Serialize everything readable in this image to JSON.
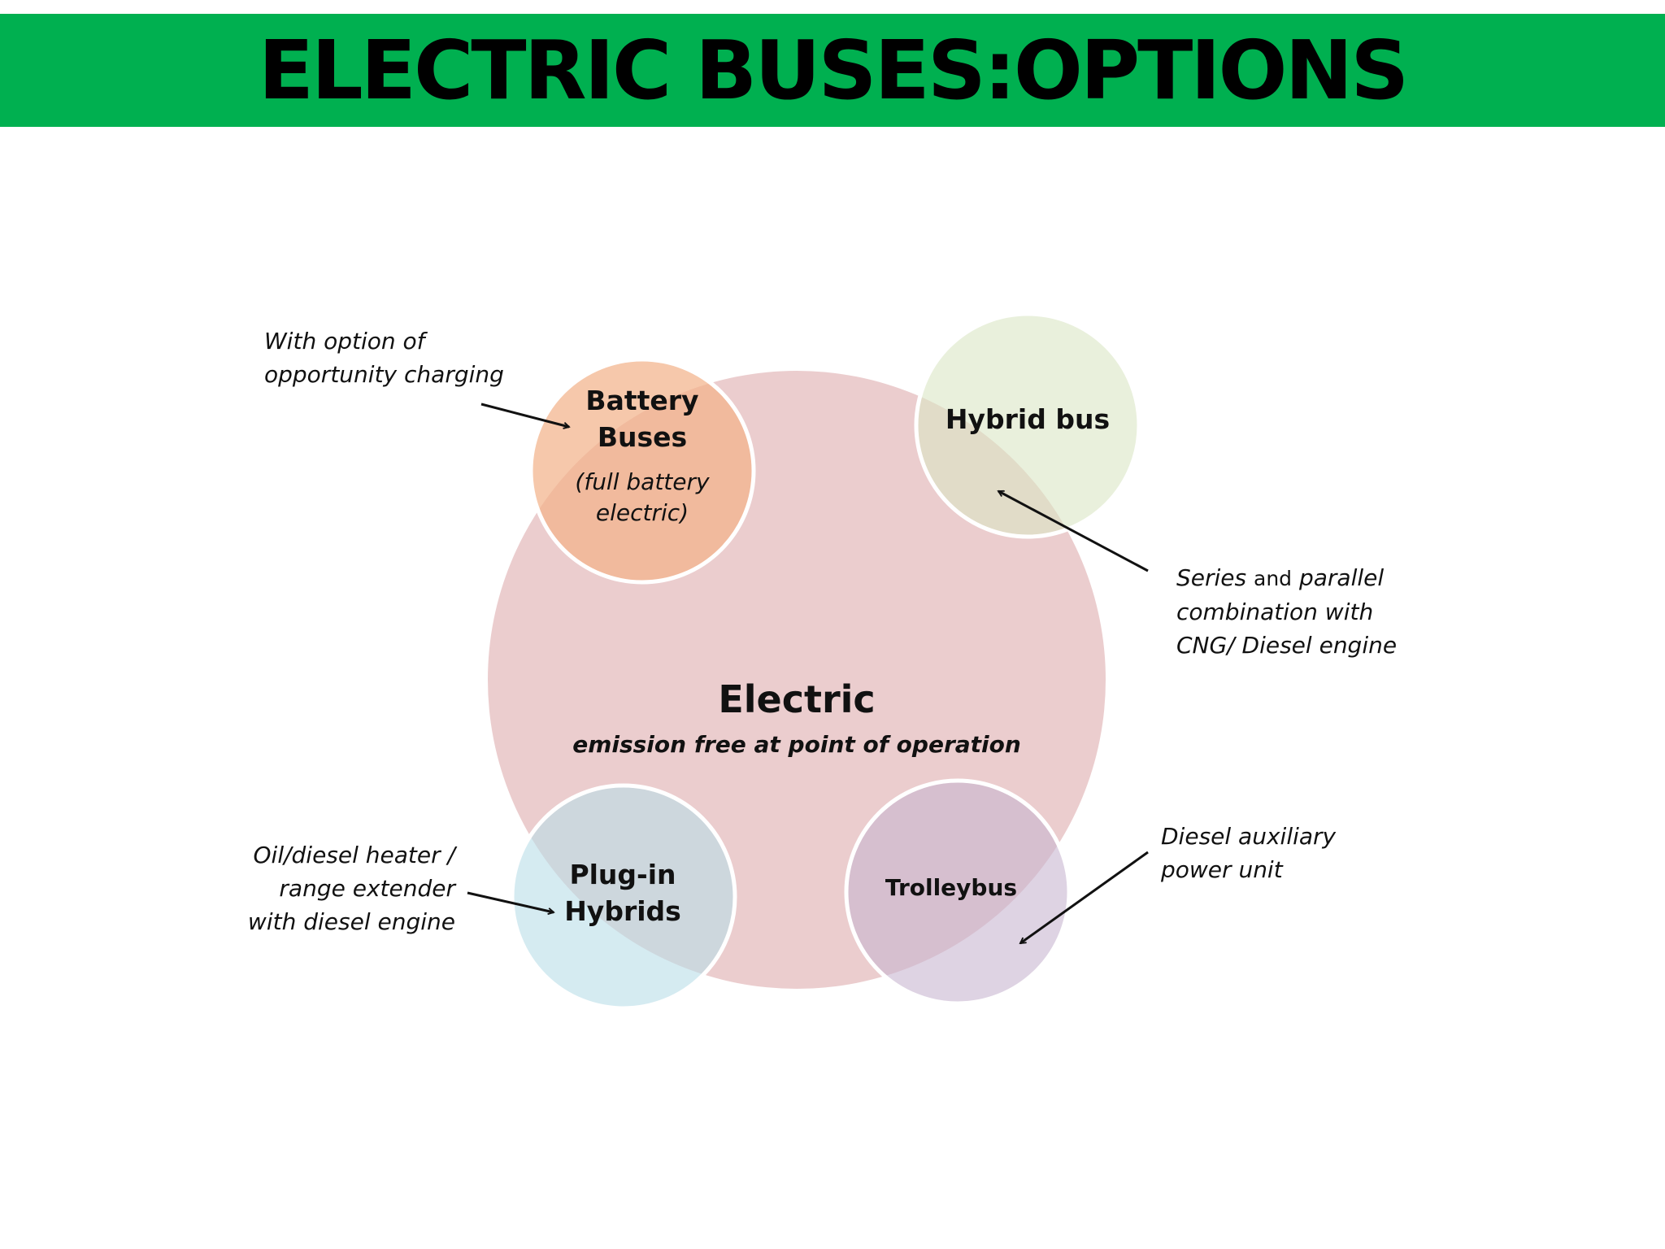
{
  "title": "ELECTRIC BUSES:OPTIONS",
  "colors": {
    "title_bar": "#00b050",
    "electric_circle": "#e8c4c6",
    "battery_circle": "#f2b38a",
    "hybrid_circle": "#dbe6c4",
    "plugin_circle": "#b9dde8",
    "trolley_circle": "#c8b5d1"
  },
  "center": {
    "label": "Electric",
    "sublabel": "emission free at point of operation"
  },
  "nodes": {
    "battery": {
      "line1": "Battery",
      "line2": "Buses",
      "note1": "(full battery",
      "note2": "electric)"
    },
    "hybrid": {
      "label": "Hybrid bus"
    },
    "plugin": {
      "line1": "Plug-in",
      "line2": "Hybrids"
    },
    "trolley": {
      "label": "Trolleybus"
    }
  },
  "annotations": {
    "battery": {
      "line1": "With option of",
      "line2": "opportunity charging"
    },
    "hybrid": {
      "series": "Series",
      "and": "and",
      "parallel": "parallel",
      "line2": "combination with",
      "line3": "CNG/ Diesel engine"
    },
    "plugin": {
      "line1": "Oil/diesel heater /",
      "line2": "range extender",
      "line3": "with diesel engine"
    },
    "trolley": {
      "line1": "Diesel auxiliary",
      "line2": "power unit"
    }
  }
}
